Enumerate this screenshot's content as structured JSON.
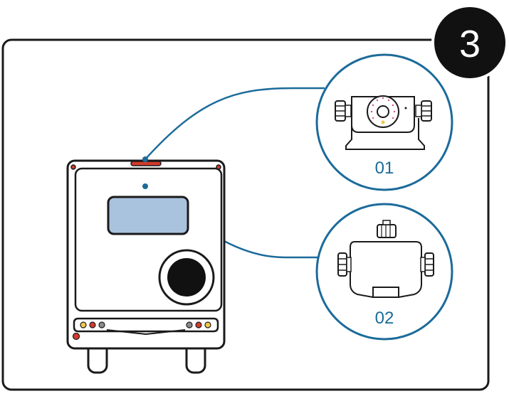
{
  "step": {
    "number": "3"
  },
  "callouts": [
    {
      "label": "01",
      "part": "front-camera-icon"
    },
    {
      "label": "02",
      "part": "rear-camera-icon"
    }
  ],
  "colors": {
    "outline": "#1a1a1a",
    "accent_blue": "#1b6b9a",
    "screen_fill": "#a9c2de",
    "led_red": "#d43a2c",
    "led_yellow": "#f3c84a",
    "led_gray": "#8c8c8c",
    "dot_pink": "#d9509a"
  }
}
